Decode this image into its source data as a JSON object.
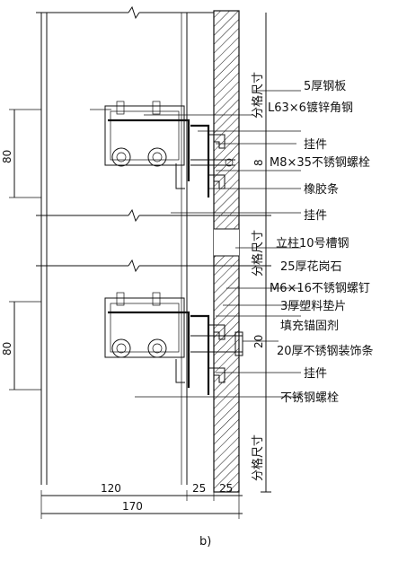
{
  "labels": {
    "l1": "5厚钢板",
    "l2": "L63×6镀锌角钢",
    "l3": "挂件",
    "l4": "M8×35不锈钢螺栓",
    "l5": "橡胶条",
    "l6": "挂件",
    "l7": "立柱10号槽钢",
    "l8": "25厚花岗石",
    "l9": "M6×16不锈钢螺钉",
    "l10": "3厚塑料垫片",
    "l11": "填充锚固剂",
    "l12": "20厚不锈钢装饰条",
    "l13": "挂件",
    "l14": "不锈钢螺栓"
  },
  "vertical_labels": {
    "v1": "分格尺寸",
    "v2": "分格尺寸",
    "v3": "分格尺寸"
  },
  "dimensions": {
    "left_top": "80",
    "left_bottom": "80",
    "joint_top": "8",
    "joint_bottom": "20",
    "bottom_a": "120",
    "bottom_b": "25",
    "bottom_c": "25",
    "bottom_total": "170"
  },
  "caption": "b)"
}
